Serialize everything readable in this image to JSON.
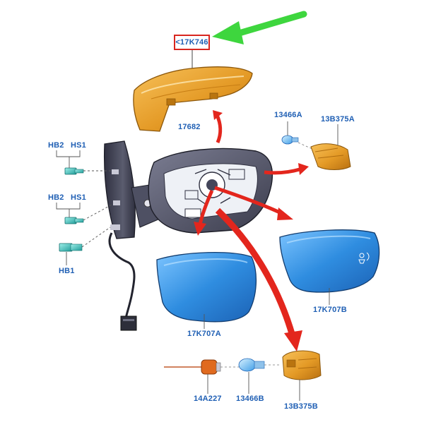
{
  "diagram": {
    "highlighted_part": "<17K746",
    "labels": {
      "mirror_housing": "17682",
      "bulb_a": "13466A",
      "socket_a": "13B375A",
      "bolt_hb2_top": "HB2",
      "bolt_hs1_top": "HS1",
      "bolt_hb2_mid": "HB2",
      "bolt_hs1_mid": "HS1",
      "bolt_hb1": "HB1",
      "glass_left": "17K707A",
      "glass_right": "17K707B",
      "indicator_lamp": "14A227",
      "bulb_b": "13466B",
      "socket_b": "13B375B"
    },
    "colors": {
      "label_text": "#1f5fb4",
      "callout_border": "#d8261f",
      "pointer_arrow": "#3ed63e",
      "exploded_arrows": "#e3261d",
      "cover_fill": "#e39a22",
      "glass_fill": "#2f8de0",
      "housing_fill": "#54566b"
    }
  }
}
